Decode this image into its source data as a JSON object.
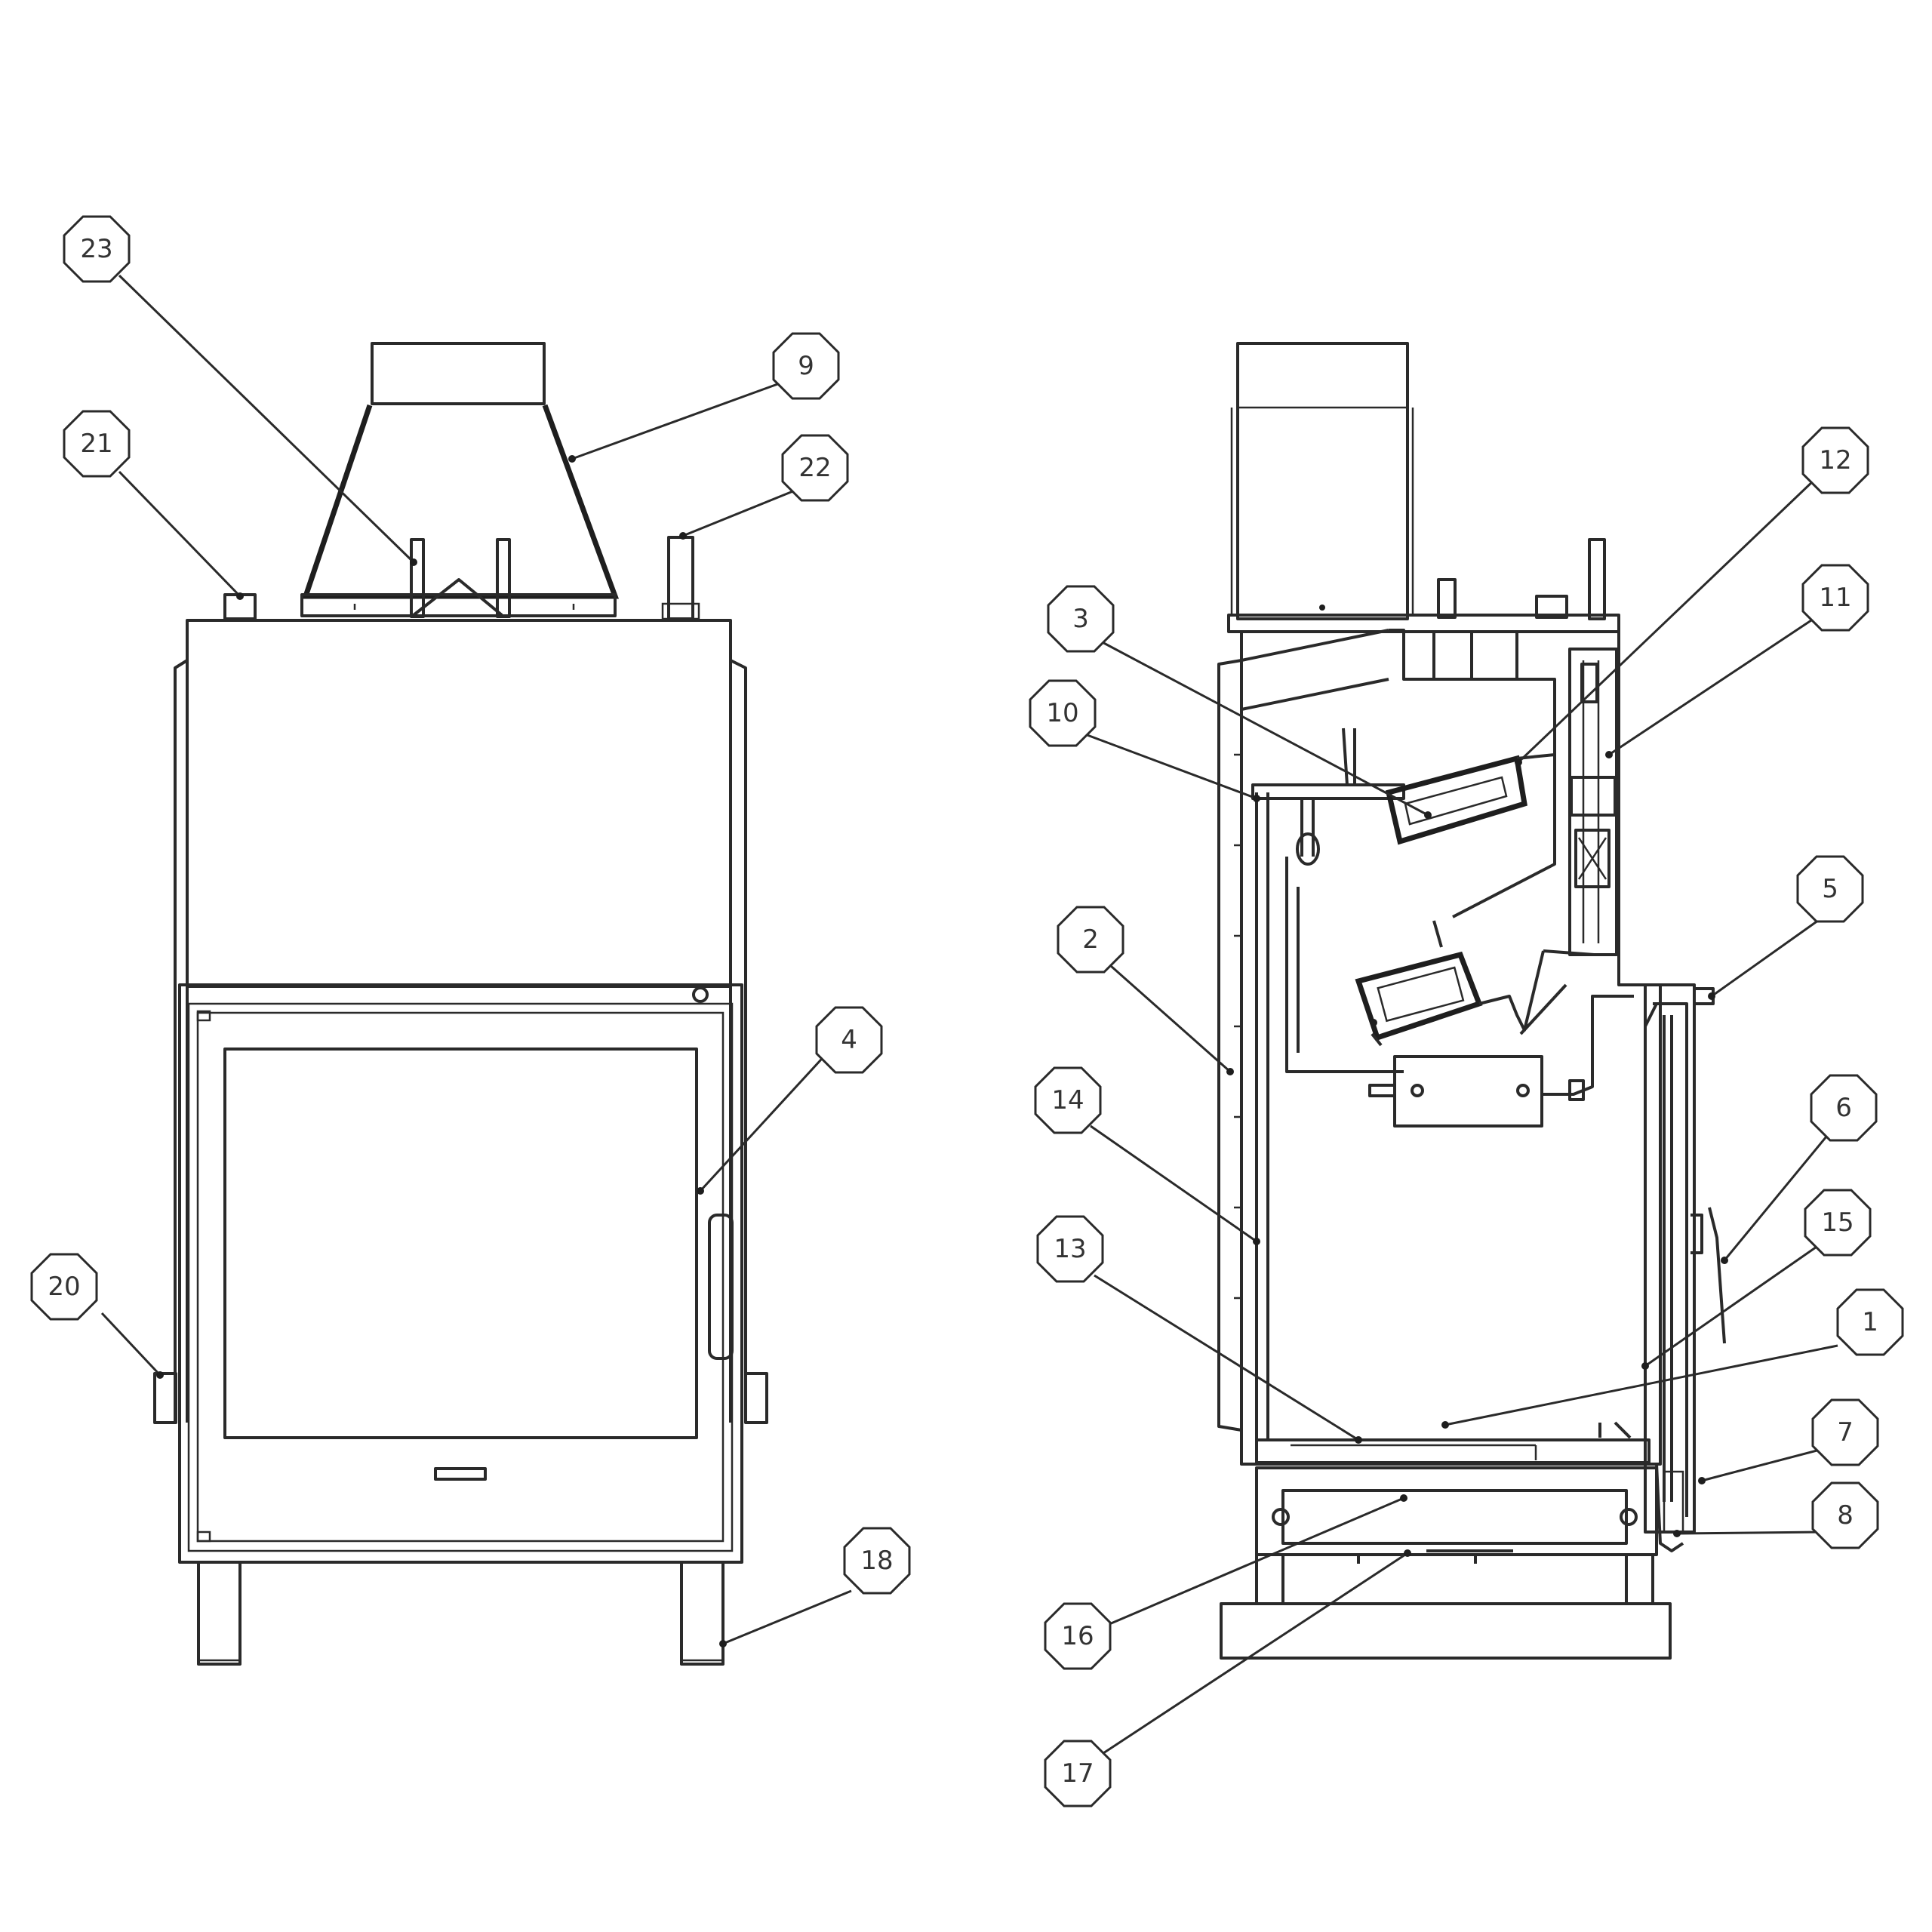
{
  "callouts": [
    {
      "label": "23"
    },
    {
      "label": "9"
    },
    {
      "label": "21"
    },
    {
      "label": "22"
    },
    {
      "label": "4"
    },
    {
      "label": "20"
    },
    {
      "label": "18"
    },
    {
      "label": "12"
    },
    {
      "label": "11"
    },
    {
      "label": "3"
    },
    {
      "label": "10"
    },
    {
      "label": "5"
    },
    {
      "label": "2"
    },
    {
      "label": "6"
    },
    {
      "label": "14"
    },
    {
      "label": "15"
    },
    {
      "label": "1"
    },
    {
      "label": "13"
    },
    {
      "label": "7"
    },
    {
      "label": "8"
    },
    {
      "label": "16"
    },
    {
      "label": "17"
    }
  ]
}
